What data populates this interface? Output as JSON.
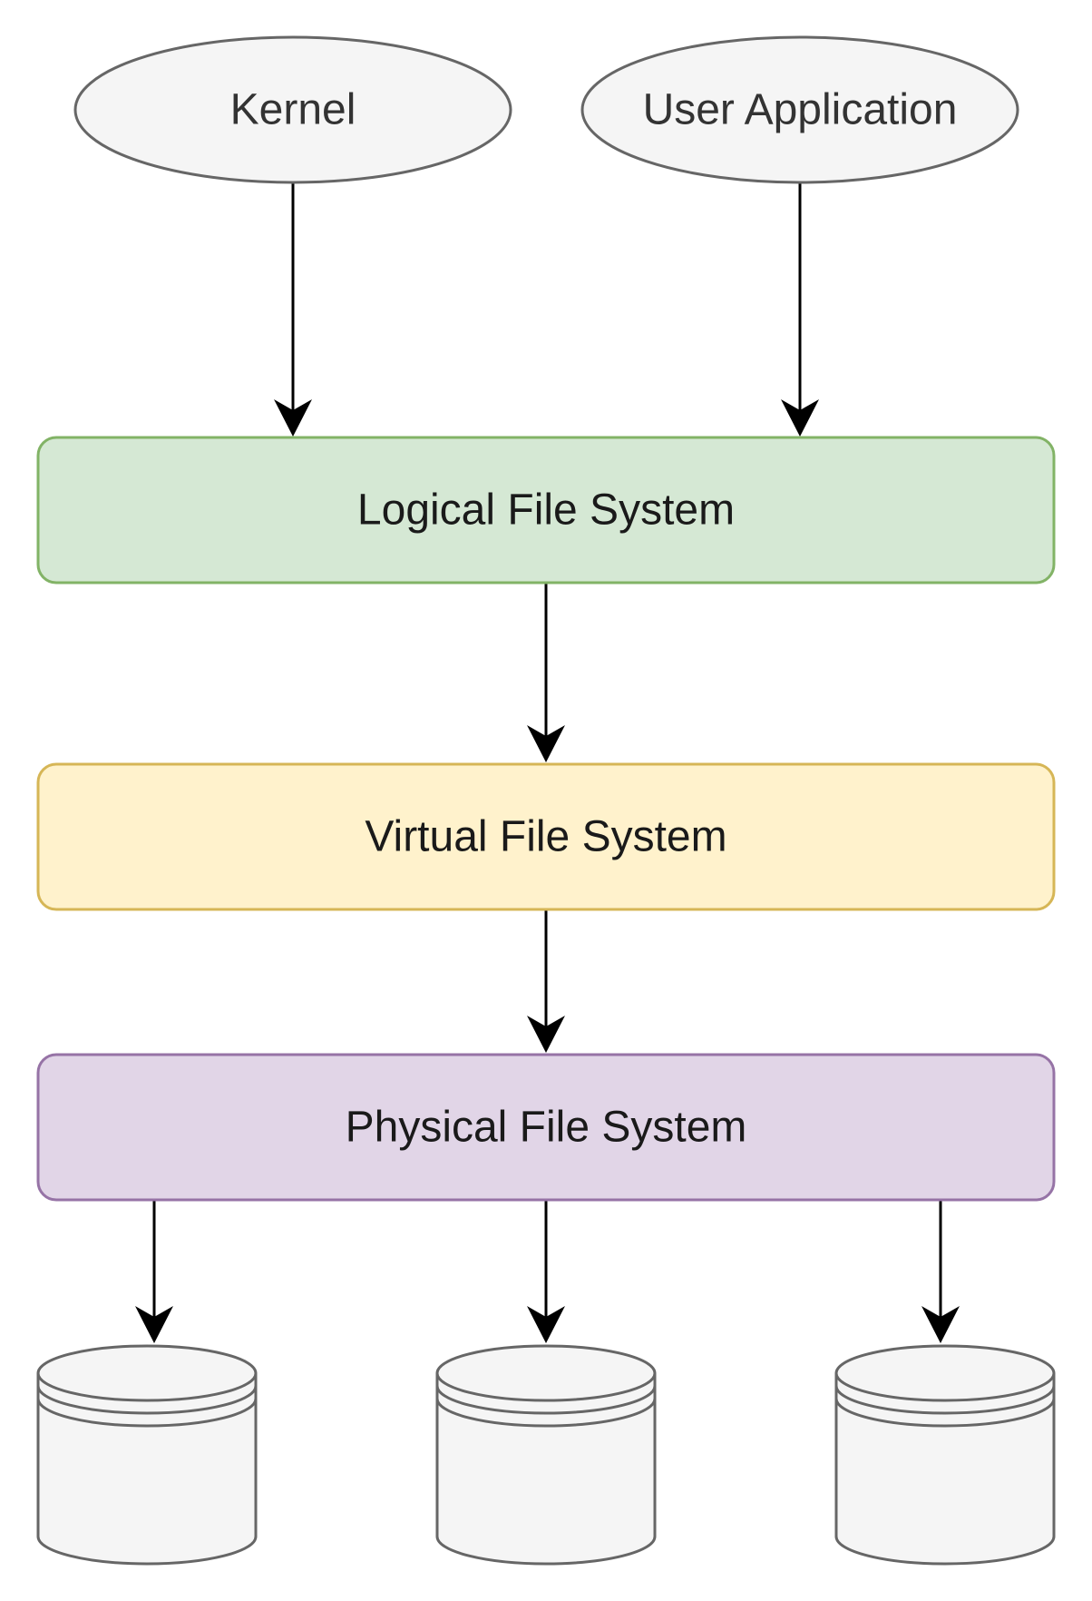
{
  "nodes": {
    "kernel": {
      "label": "Kernel"
    },
    "user_application": {
      "label": "User Application"
    },
    "logical_fs": {
      "label": "Logical File System"
    },
    "virtual_fs": {
      "label": "Virtual File System"
    },
    "physical_fs": {
      "label": "Physical File System"
    }
  },
  "colors": {
    "ellipse_fill": "#f5f5f5",
    "ellipse_stroke": "#666666",
    "logical_fill": "#d5e8d4",
    "logical_stroke": "#82b366",
    "virtual_fill": "#fff2cc",
    "virtual_stroke": "#d6b656",
    "physical_fill": "#e1d5e7",
    "physical_stroke": "#9673a6",
    "disk_fill": "#f5f5f5",
    "disk_stroke": "#666666",
    "arrow": "#000000"
  },
  "edges": [
    {
      "from": "kernel",
      "to": "logical_fs"
    },
    {
      "from": "user_application",
      "to": "logical_fs"
    },
    {
      "from": "logical_fs",
      "to": "virtual_fs"
    },
    {
      "from": "virtual_fs",
      "to": "physical_fs"
    },
    {
      "from": "physical_fs",
      "to": "disk-1"
    },
    {
      "from": "physical_fs",
      "to": "disk-2"
    },
    {
      "from": "physical_fs",
      "to": "disk-3"
    }
  ]
}
